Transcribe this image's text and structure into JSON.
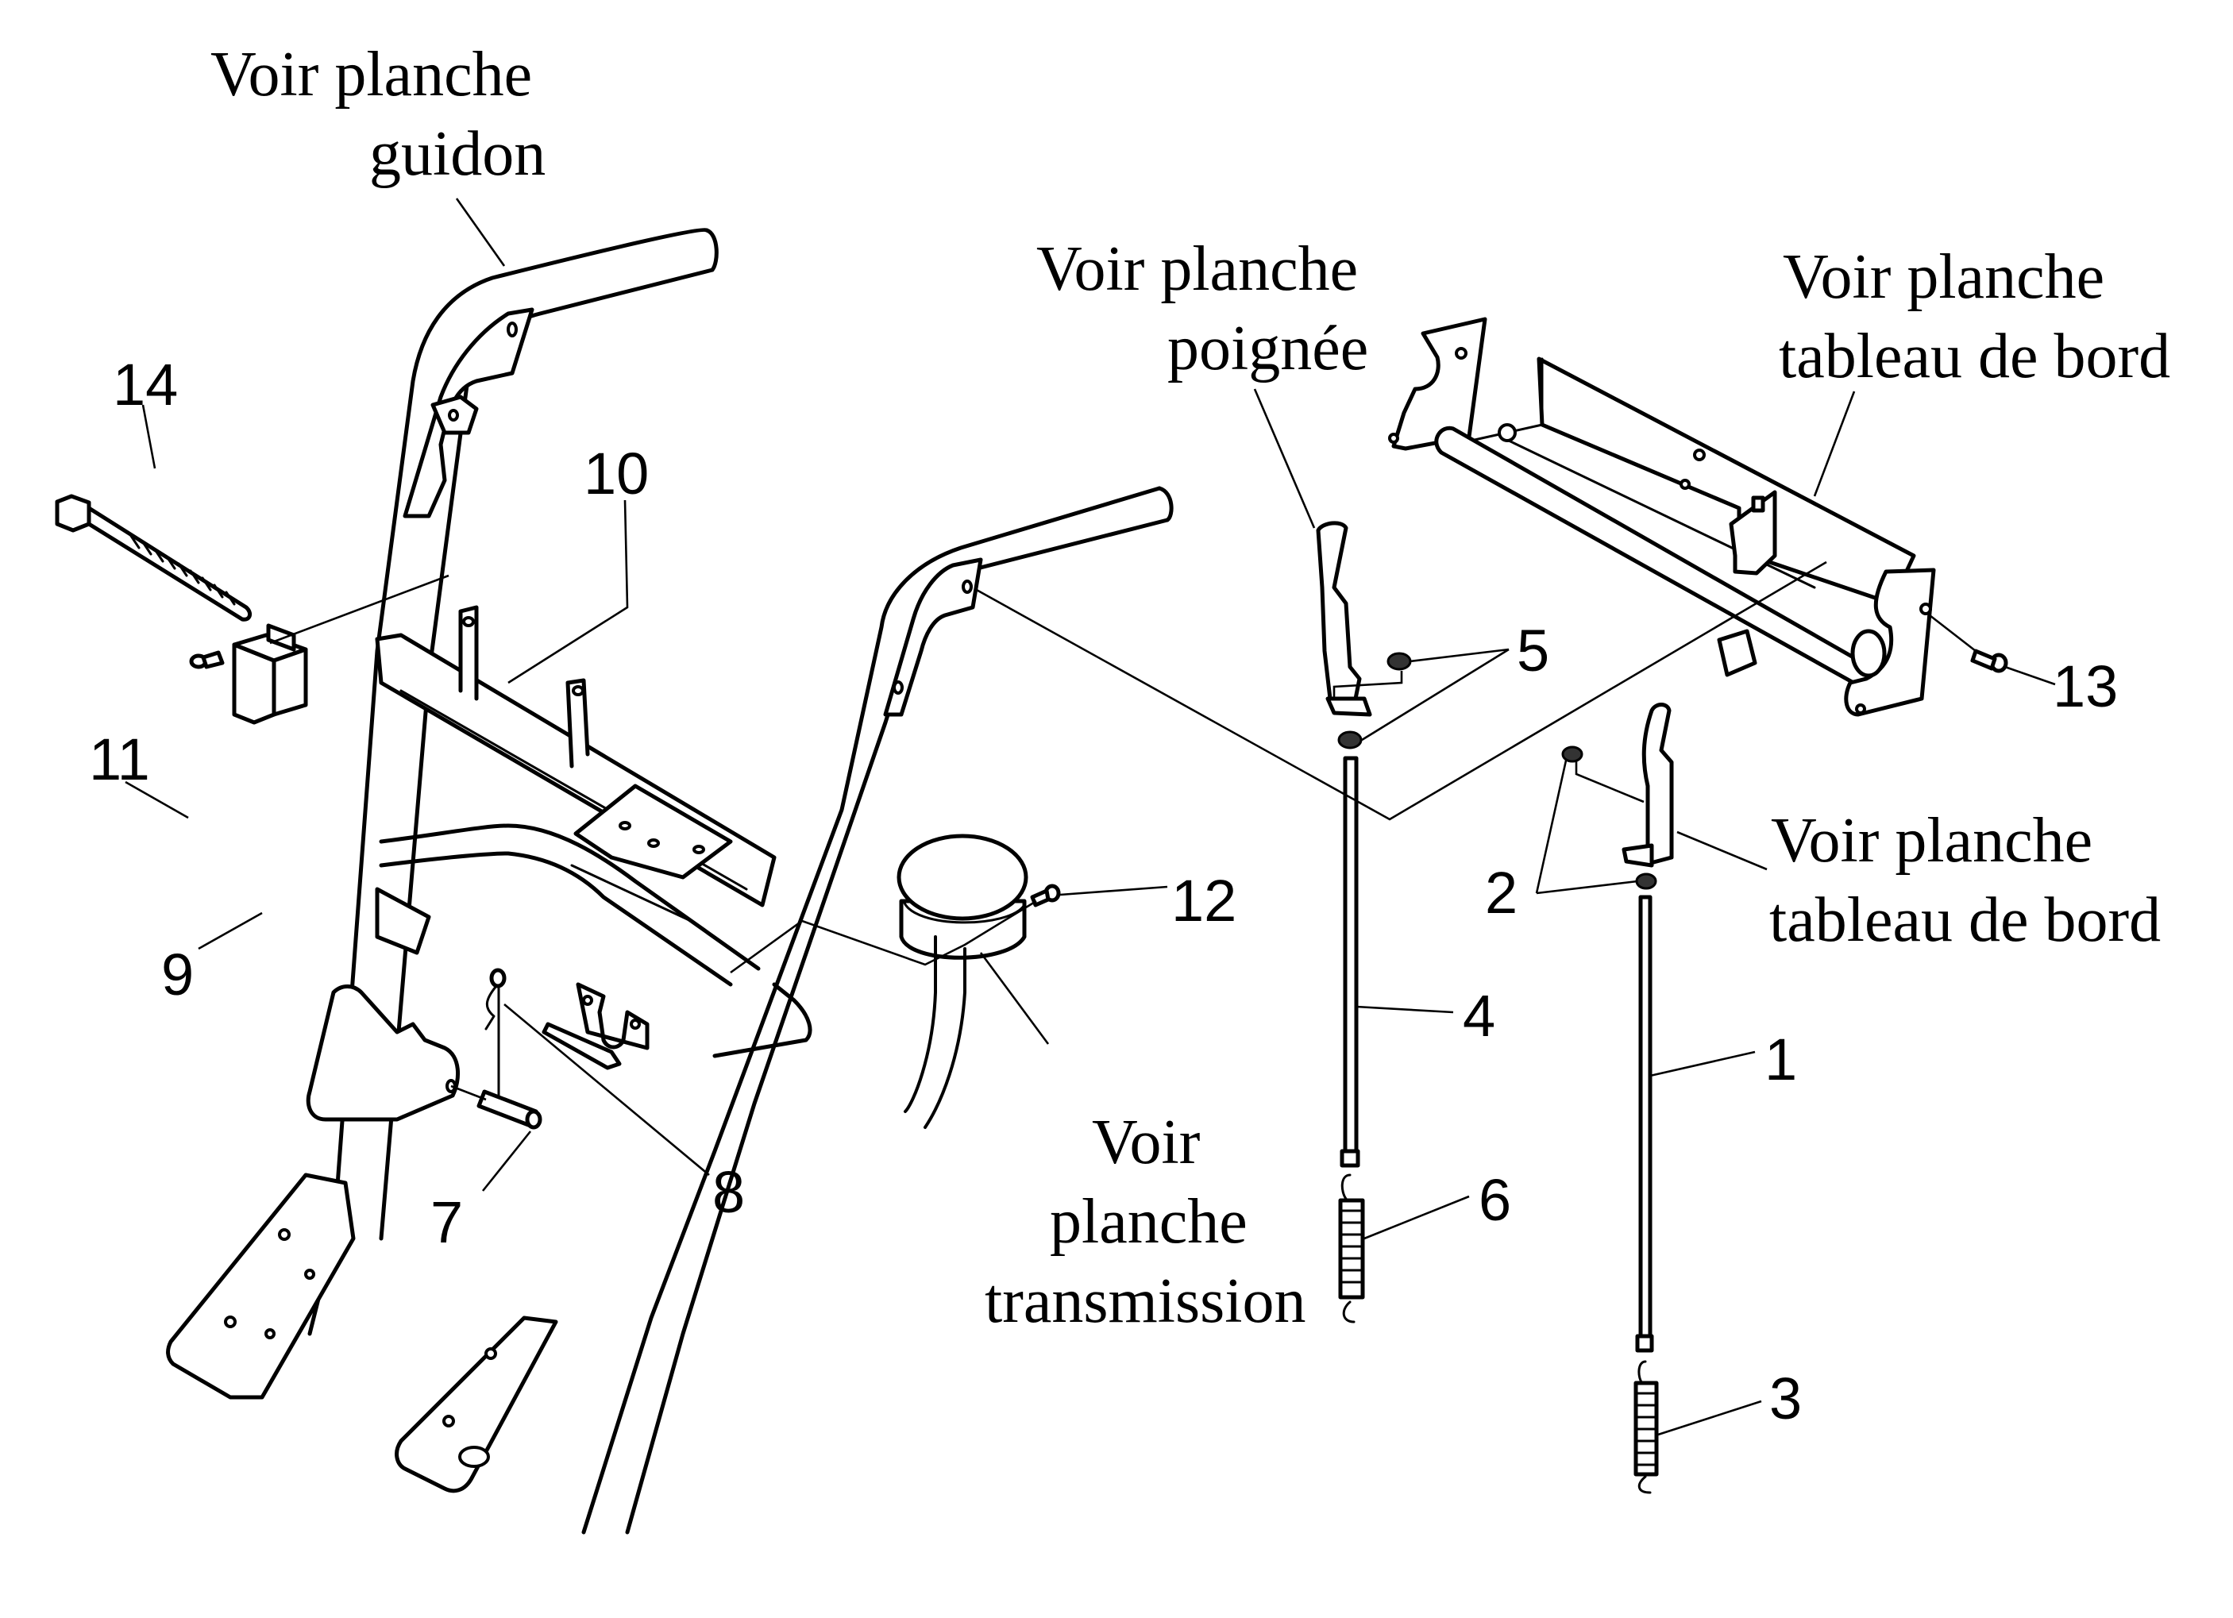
{
  "diagram": {
    "type": "exploded parts diagram",
    "references": [
      {
        "id": "ref-guidon",
        "lines": [
          "Voir planche",
          "guidon"
        ]
      },
      {
        "id": "ref-poignee",
        "lines": [
          "Voir planche",
          "poignée"
        ]
      },
      {
        "id": "ref-tableau-top",
        "lines": [
          "Voir planche",
          "tableau de bord"
        ]
      },
      {
        "id": "ref-tableau-right",
        "lines": [
          "Voir planche",
          "tableau de bord"
        ]
      },
      {
        "id": "ref-transmission",
        "lines": [
          "Voir",
          "planche",
          "transmission"
        ]
      }
    ],
    "callouts": [
      "1",
      "2",
      "3",
      "4",
      "5",
      "6",
      "7",
      "8",
      "9",
      "10",
      "11",
      "12",
      "13",
      "14"
    ]
  }
}
